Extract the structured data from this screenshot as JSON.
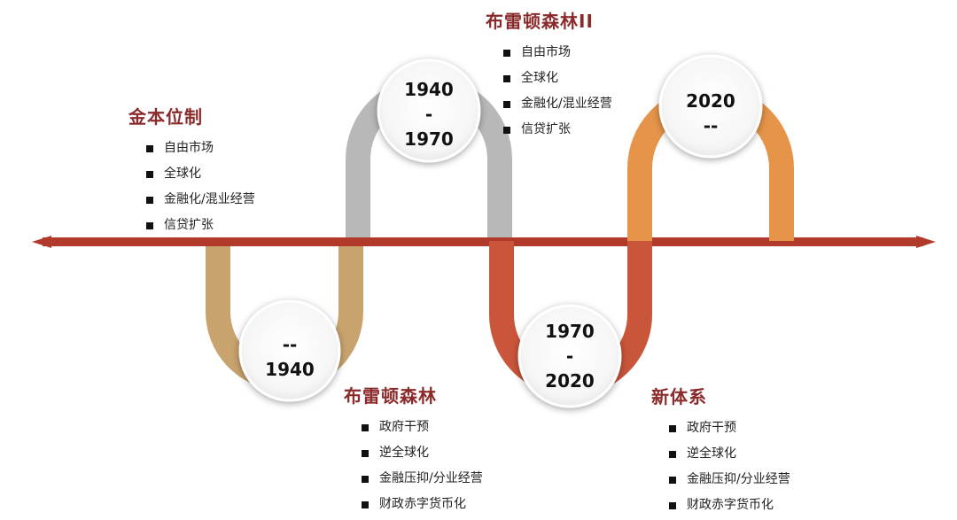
{
  "colors": {
    "axis": "#b23a2a",
    "loop_1": "#c9a36e",
    "loop_2": "#b8b8b8",
    "loop_3": "#c9553a",
    "loop_4": "#e5944a",
    "title": "#8b2a2a"
  },
  "periods": [
    {
      "line1": "--",
      "line2": "1940",
      "line3": ""
    },
    {
      "line1": "1940",
      "line2": "-",
      "line3": "1970"
    },
    {
      "line1": "1970",
      "line2": "-",
      "line3": "2020"
    },
    {
      "line1": "2020",
      "line2": "--",
      "line3": ""
    }
  ],
  "eras": [
    {
      "title": "金本位制",
      "items": [
        "自由市场",
        "全球化",
        "金融化/混业经营",
        "信贷扩张"
      ]
    },
    {
      "title": "布雷顿森林",
      "items": [
        "政府干预",
        "逆全球化",
        "金融压抑/分业经营",
        "财政赤字货币化"
      ]
    },
    {
      "title": "布雷顿森林II",
      "items": [
        "自由市场",
        "全球化",
        "金融化/混业经营",
        "信贷扩张"
      ]
    },
    {
      "title": "新体系",
      "items": [
        "政府干预",
        "逆全球化",
        "金融压抑/分业经营",
        "财政赤字货币化"
      ]
    }
  ]
}
